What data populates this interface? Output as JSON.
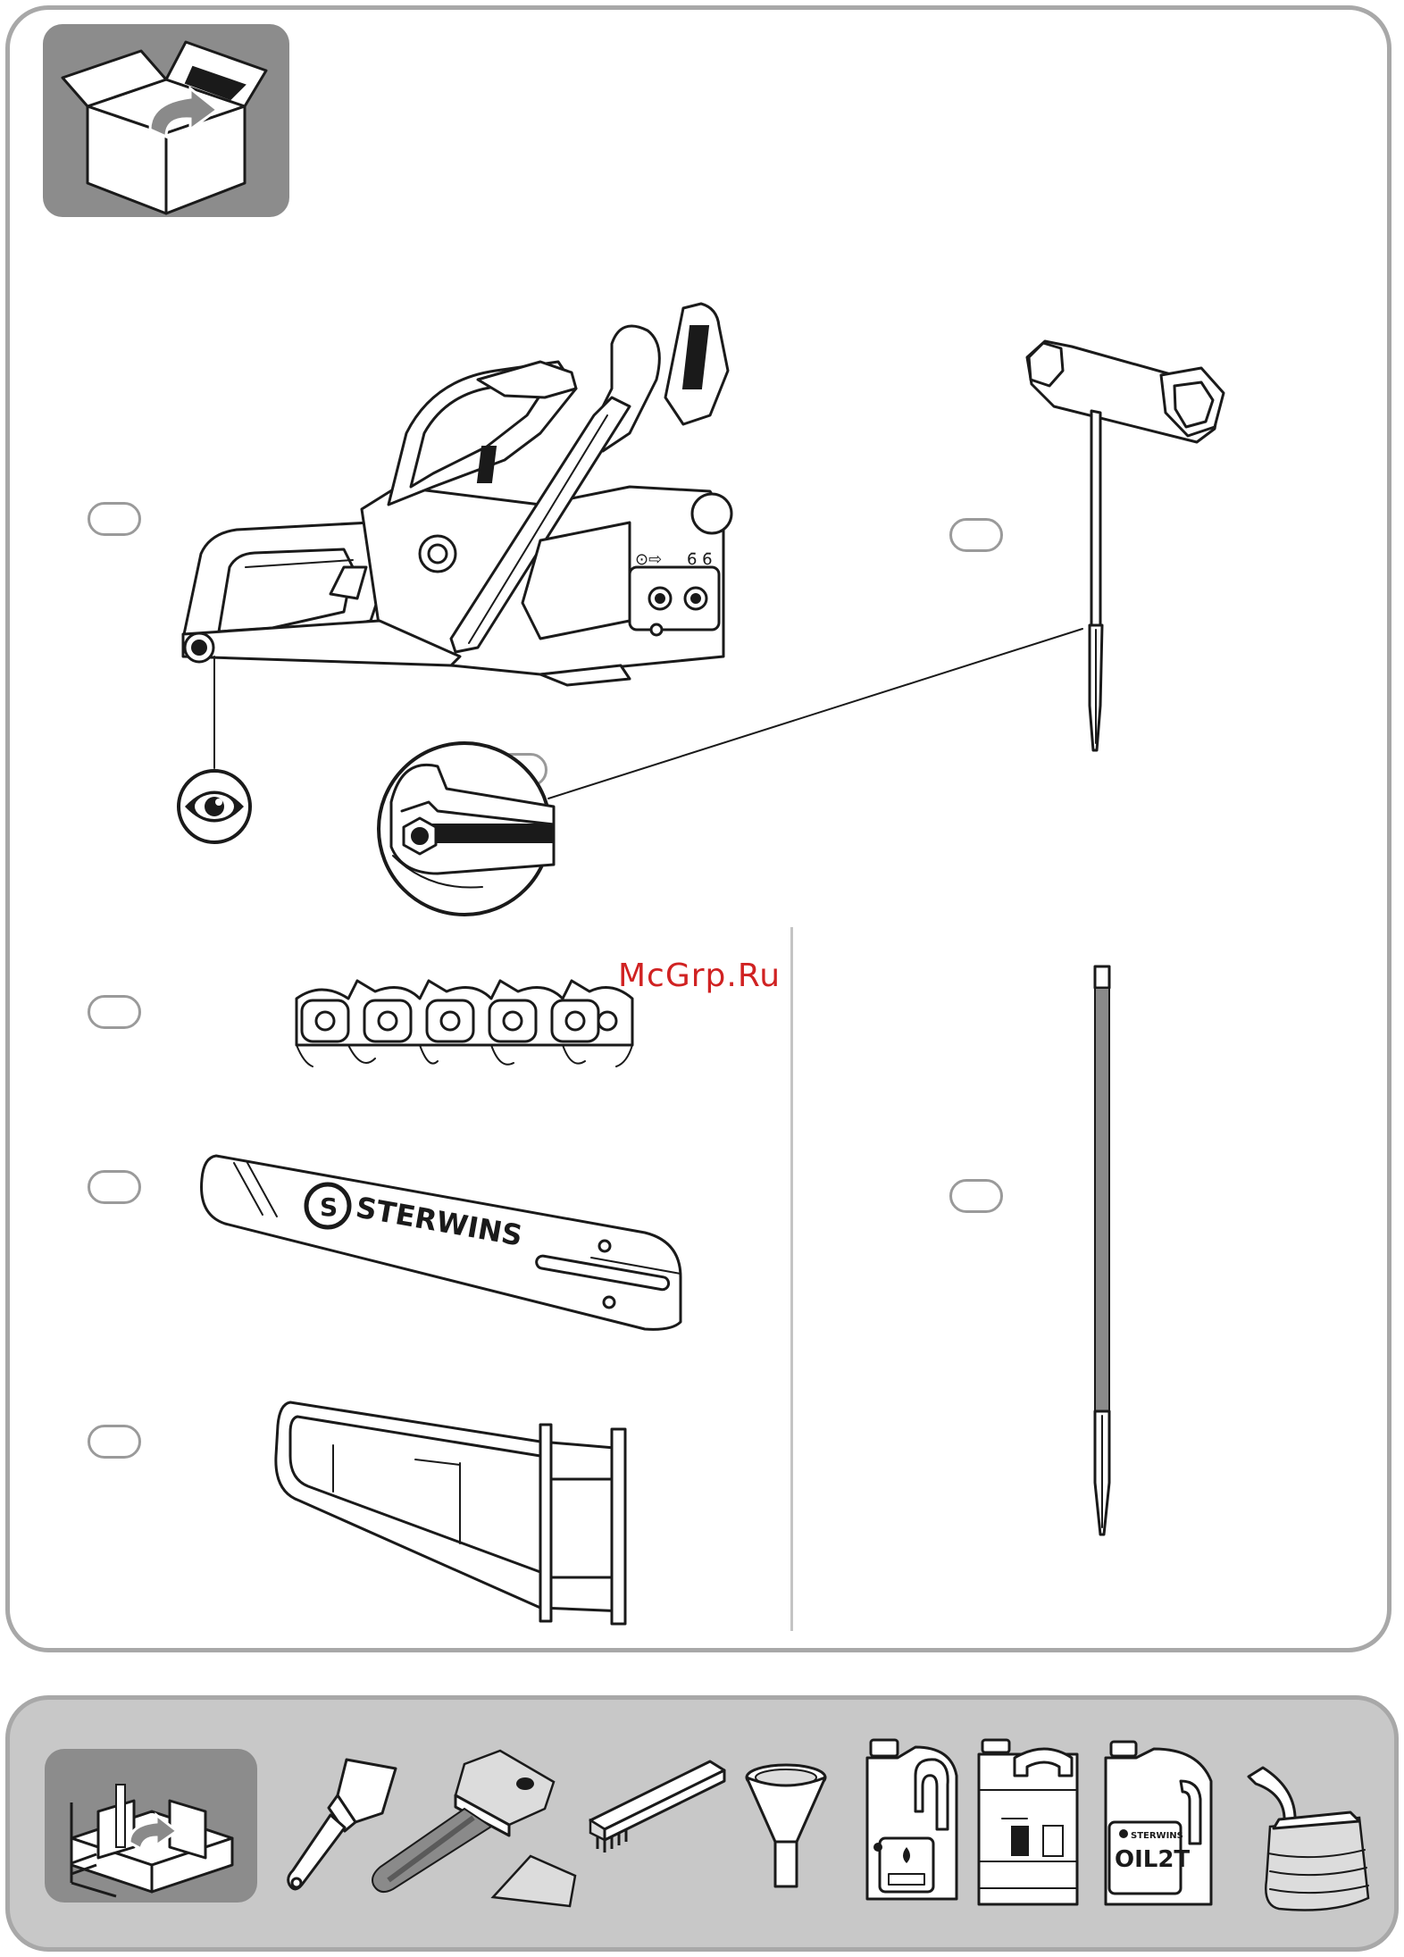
{
  "watermark": "McGrp.Ru",
  "guide_bar": {
    "brand": "STERWINS"
  },
  "oil_can": {
    "brand": "STERWINS",
    "product": "OIL2T"
  },
  "icons": {
    "box_unpack": "open-box-arrow-icon",
    "eye": "eye-icon",
    "workbench": "workbench-vise-icon"
  },
  "colors": {
    "panel_border": "#a8a8a8",
    "badge": "#8c8c8c",
    "bottom_panel": "#c8c8c8",
    "watermark": "#d02222"
  }
}
